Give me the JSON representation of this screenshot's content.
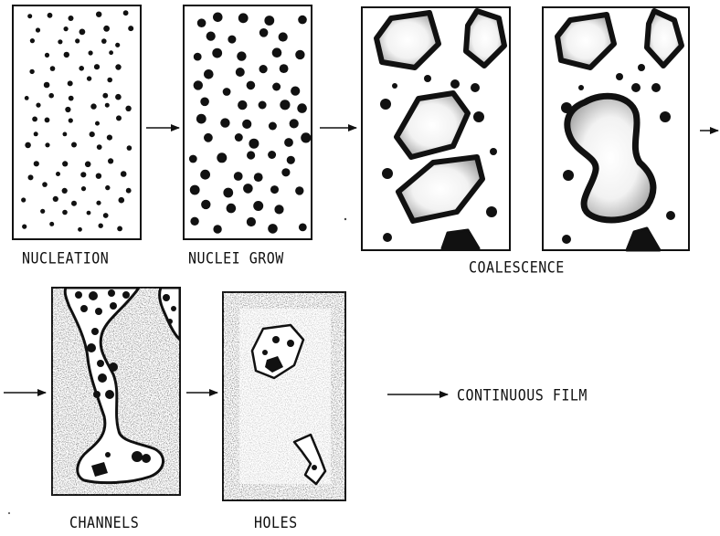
{
  "diagram": {
    "stages": [
      {
        "id": "nucleation",
        "label": "NUCLEATION"
      },
      {
        "id": "nuclei-grow",
        "label": "NUCLEI GROW"
      },
      {
        "id": "coalescence",
        "label": "COALESCENCE"
      },
      {
        "id": "channels",
        "label": "CHANNELS"
      },
      {
        "id": "holes",
        "label": "HOLES"
      }
    ],
    "final_state": "CONTINUOUS FILM"
  },
  "colors": {
    "ink": "#111111",
    "paper": "#ffffff",
    "film_shading": "#8a8a8a"
  }
}
